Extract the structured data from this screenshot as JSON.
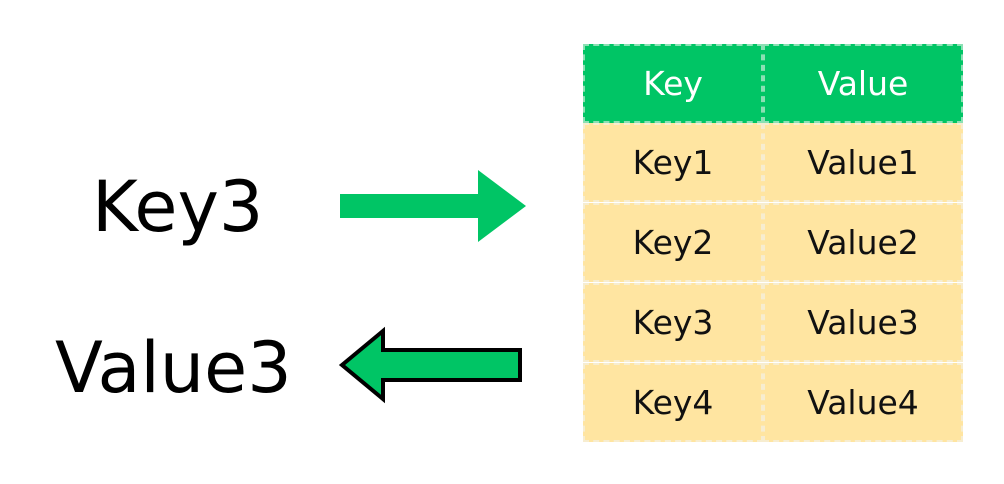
{
  "query": {
    "key_text": "Key3",
    "value_text": "Value3"
  },
  "table": {
    "header": {
      "key": "Key",
      "value": "Value"
    },
    "rows": [
      {
        "key": "Key1",
        "value": "Value1"
      },
      {
        "key": "Key2",
        "value": "Value2"
      },
      {
        "key": "Key3",
        "value": "Value3"
      },
      {
        "key": "Key4",
        "value": "Value4"
      }
    ]
  },
  "colors": {
    "header_fill": "#00c565",
    "row_fill": "#ffe5a1",
    "arrow_fill": "#00c565",
    "text": "#000000"
  },
  "icons": {
    "lookup": "arrow-right-icon",
    "return": "arrow-left-icon"
  }
}
